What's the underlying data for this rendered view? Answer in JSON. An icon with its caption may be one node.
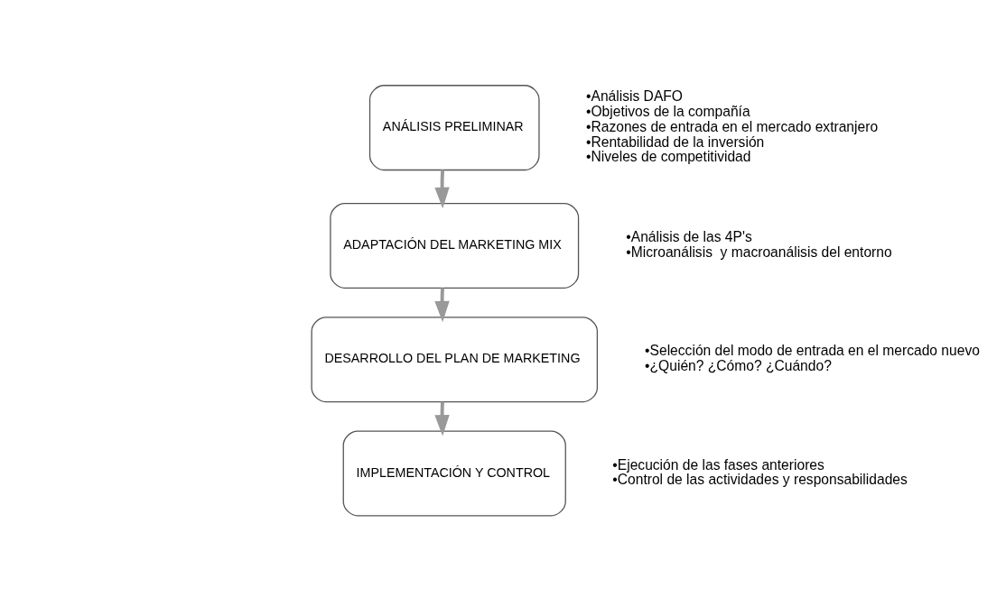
{
  "diagram": {
    "nodes": [
      {
        "text": [
          "ANÁLISIS PRELIMINAR"
        ],
        "beside": [
          "•Análisis DAFO",
          "•Objetivos de la compañía",
          "•Razones de entrada en el mercado extranjero",
          "•Rentabilidad de la inversión",
          "•Niveles de competitividad"
        ]
      },
      {
        "text": [
          "ADAPTACIÓN DEL MARKETING MIX"
        ],
        "beside": [
          "•Análisis de las 4P's",
          "•Microanálisis  y macroanálisis del entorno"
        ]
      },
      {
        "text": [
          "DESARROLLO DEL PLAN DE MARKETING"
        ],
        "beside": [
          "•Selección del modo de entrada en el mercado nuevo",
          "•¿Quién? ¿Cómo? ¿Cuándo?"
        ]
      },
      {
        "text": [
          "IMPLEMENTACIÓN Y CONTROL"
        ],
        "beside": [
          "•Ejecución de las fases anteriores",
          "•Control de las actividades y responsabilidades"
        ]
      }
    ],
    "edges": [
      {
        "from": 0,
        "to": 1,
        "arrow": "to"
      },
      {
        "from": 1,
        "to": 2,
        "arrow": "to"
      },
      {
        "from": 2,
        "to": 3,
        "arrow": "to"
      }
    ]
  }
}
